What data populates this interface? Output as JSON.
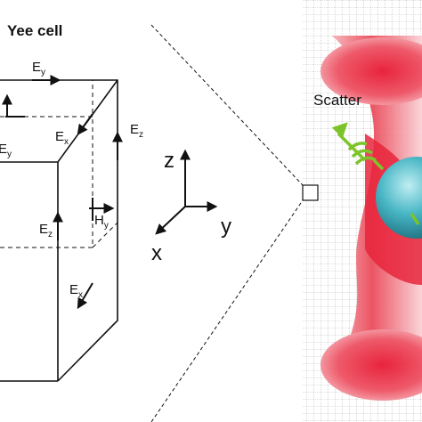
{
  "title": "Yee cell",
  "cube_labels": {
    "ey_top": "E",
    "ey_top_sub": "y",
    "ex_top": "E",
    "ex_top_sub": "x",
    "ey_left": "E",
    "ey_left_sub": "y",
    "ez_right": "E",
    "ez_right_sub": "z",
    "ez_front": "E",
    "ez_front_sub": "z",
    "hy": "H",
    "hy_sub": "y",
    "ex_bottom": "E",
    "ex_bottom_sub": "x"
  },
  "axes": {
    "z": "z",
    "y": "y",
    "x": "x"
  },
  "scatter_label": "Scatter",
  "colors": {
    "beam_red": "#e23a4a",
    "sphere_cyan": "#39a7b8",
    "arrow_green": "#7dc42a",
    "grid": "#555555"
  }
}
